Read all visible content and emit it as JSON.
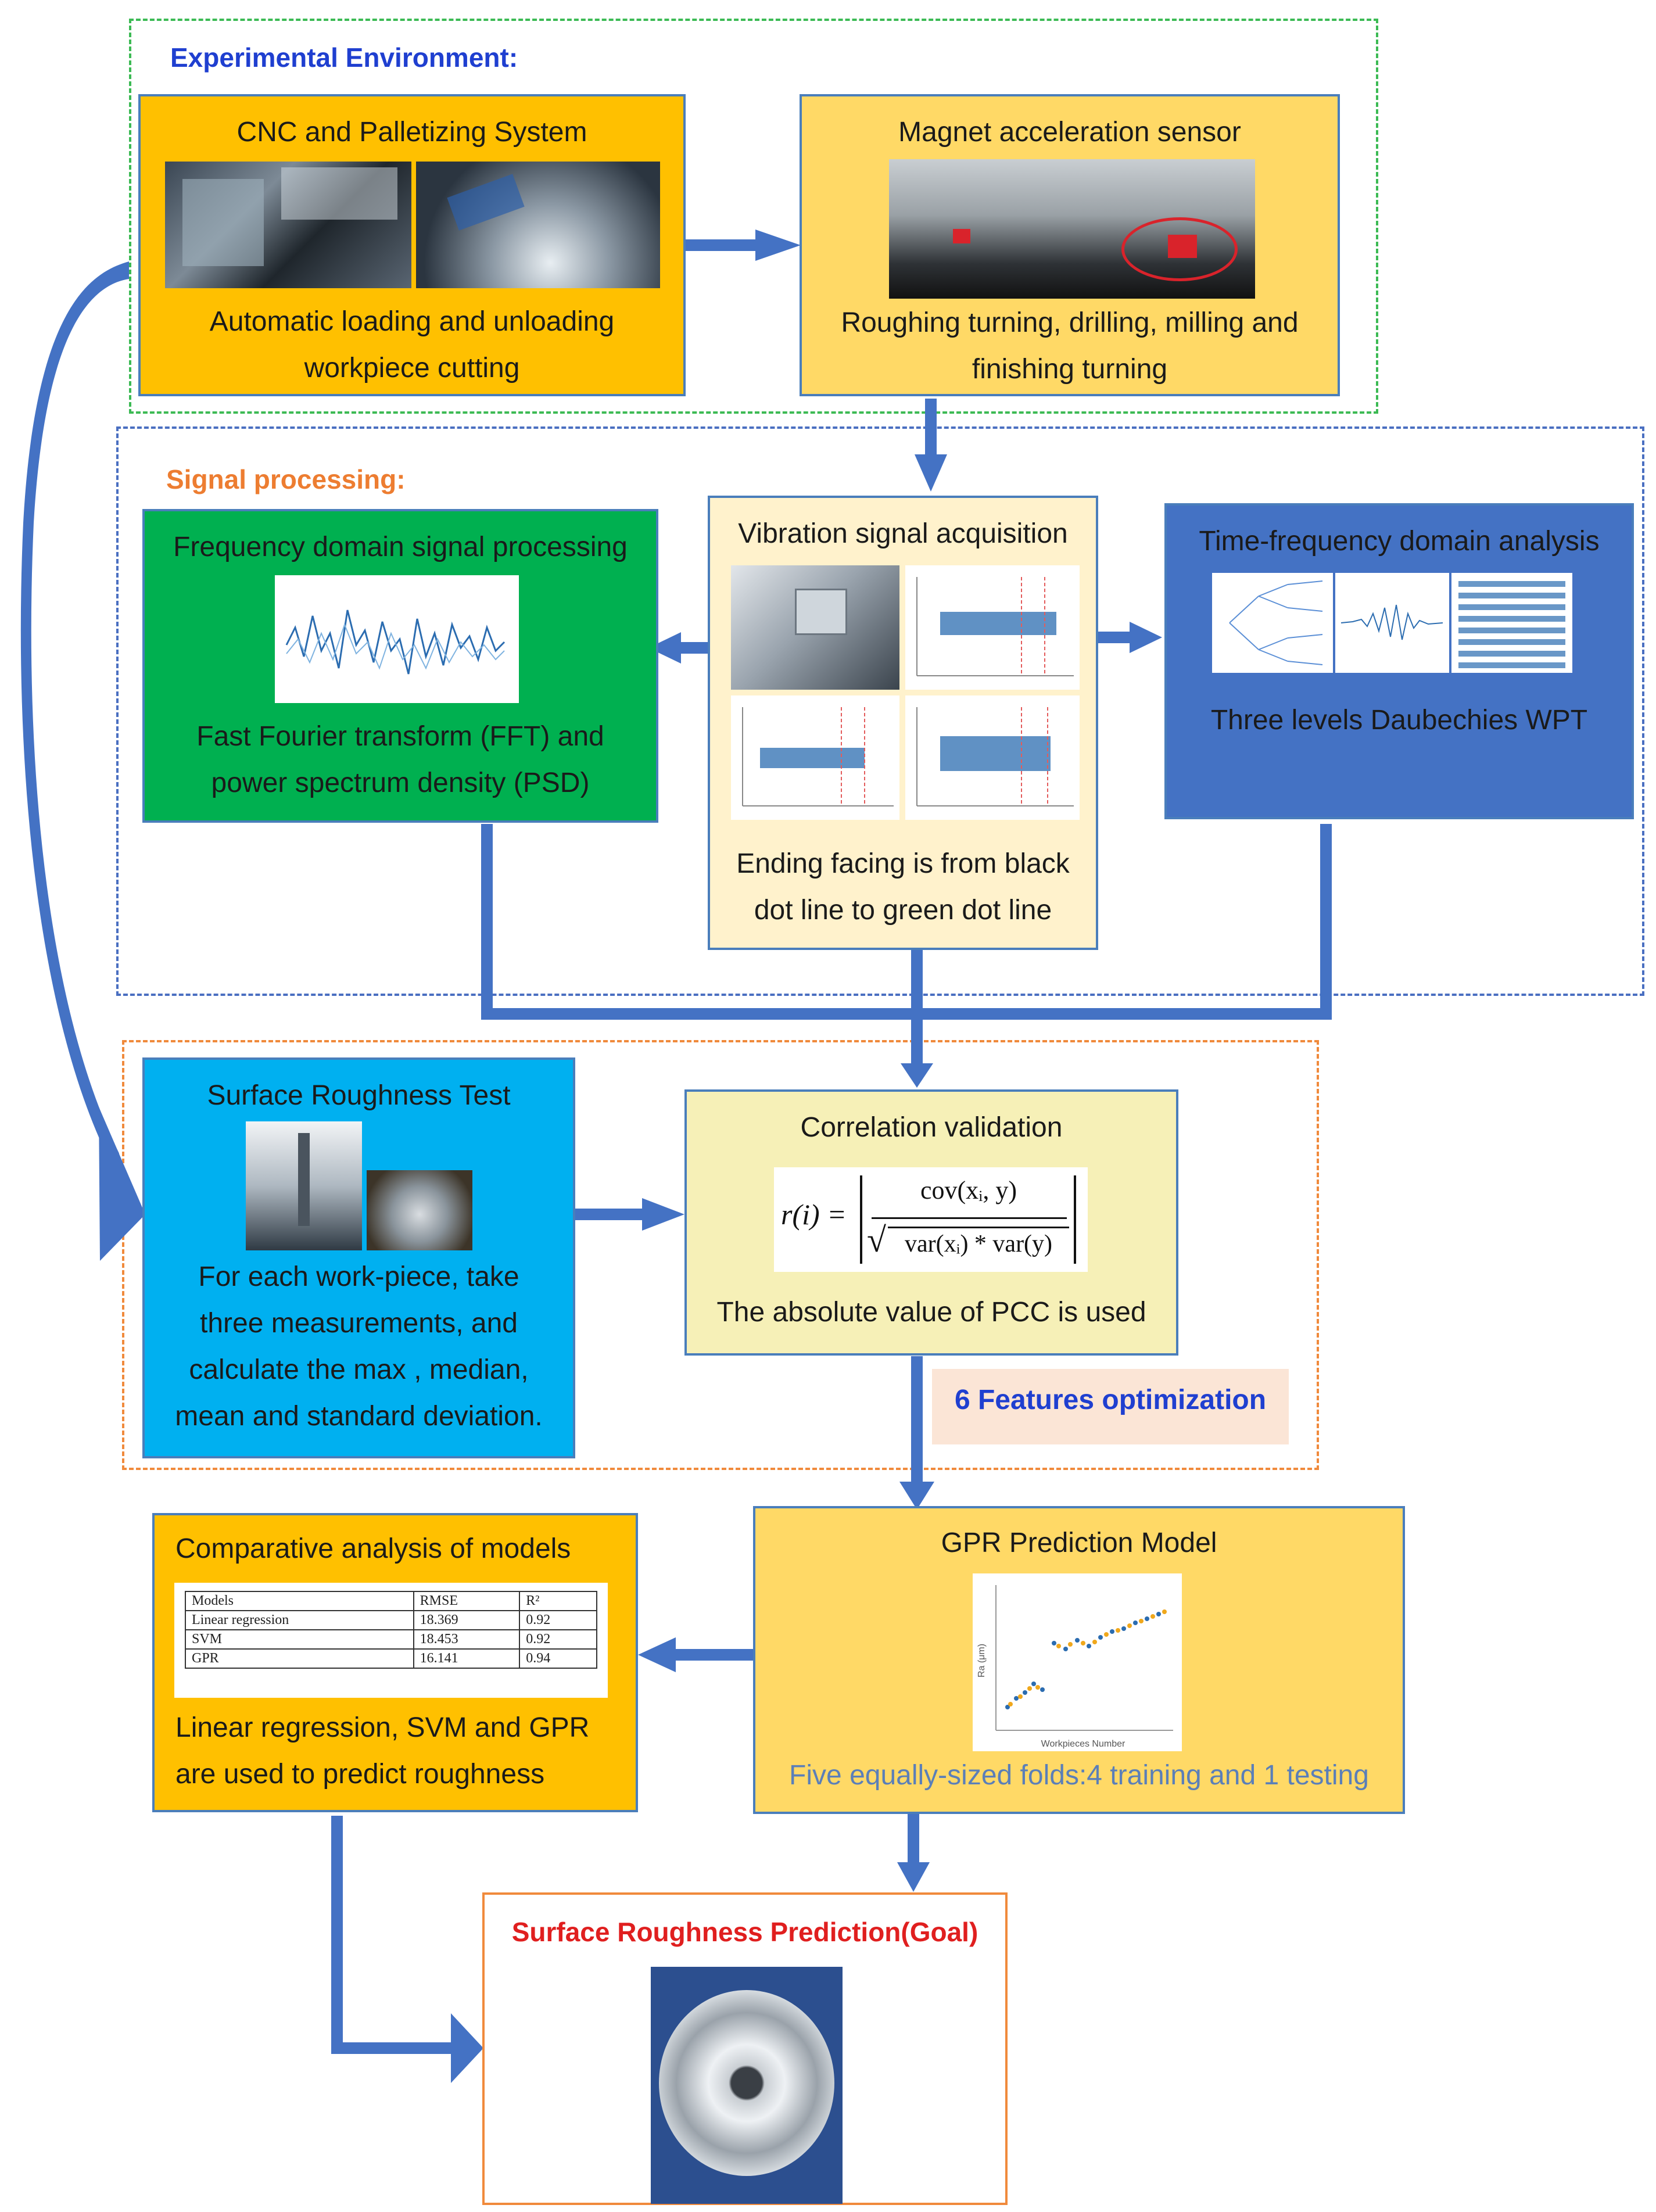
{
  "sections": {
    "experimental": "Experimental Environment:",
    "signal": "Signal processing:"
  },
  "boxes": {
    "cnc": {
      "title": "CNC and Palletizing System",
      "line1": "Automatic loading and unloading",
      "line2": "workpiece cutting"
    },
    "magnet": {
      "title": "Magnet acceleration sensor",
      "line1": "Roughing turning, drilling, milling and",
      "line2": "finishing turning"
    },
    "freq": {
      "title": "Frequency domain signal processing",
      "line1": "Fast Fourier transform (FFT) and",
      "line2": "power spectrum density (PSD)"
    },
    "vib": {
      "title": "Vibration signal acquisition",
      "line1": "Ending facing is from black",
      "line2": "dot line to green dot line"
    },
    "tf": {
      "title": "Time-frequency domain analysis",
      "line1": "Three levels Daubechies WPT"
    },
    "srt": {
      "title": "Surface Roughness Test",
      "line1": "For each work-piece, take",
      "line2": "three measurements, and",
      "line3": "calculate the max , median,",
      "line4": "mean and standard deviation."
    },
    "corr": {
      "title": "Correlation validation",
      "formula_lhs": "r(i) =",
      "formula_num": "cov(xᵢ, y)",
      "formula_den": "var(xᵢ) * var(y)",
      "caption": "The absolute value of PCC is used"
    },
    "features": "6 Features optimization",
    "compare": {
      "title": "Comparative analysis of models",
      "line1": "Linear regression, SVM and GPR",
      "line2": "are used to predict roughness",
      "table_headers": [
        "Models",
        "RMSE",
        "R²"
      ],
      "table_rows": [
        [
          "Linear regression",
          "18.369",
          "0.92"
        ],
        [
          "SVM",
          "18.453",
          "0.92"
        ],
        [
          "GPR",
          "16.141",
          "0.94"
        ]
      ]
    },
    "gpr": {
      "title": "GPR Prediction Model",
      "caption": "Five equally-sized folds:4 training and 1 testing",
      "xlabel": "Workpieces Number",
      "ylabel": "Ra (μm)"
    },
    "goal": {
      "title": "Surface Roughness Prediction(Goal)"
    }
  },
  "colors": {
    "orange_fill": "#ffc000",
    "yellow_fill": "#ffd966",
    "light_yellow": "#fff2cc",
    "green_fill": "#00b050",
    "blue_fill": "#4472c4",
    "cyan_fill": "#00b0f0",
    "pale_yellow": "#f6f0b7",
    "arrow": "#4472c4",
    "peach": "#fbe5d6"
  }
}
